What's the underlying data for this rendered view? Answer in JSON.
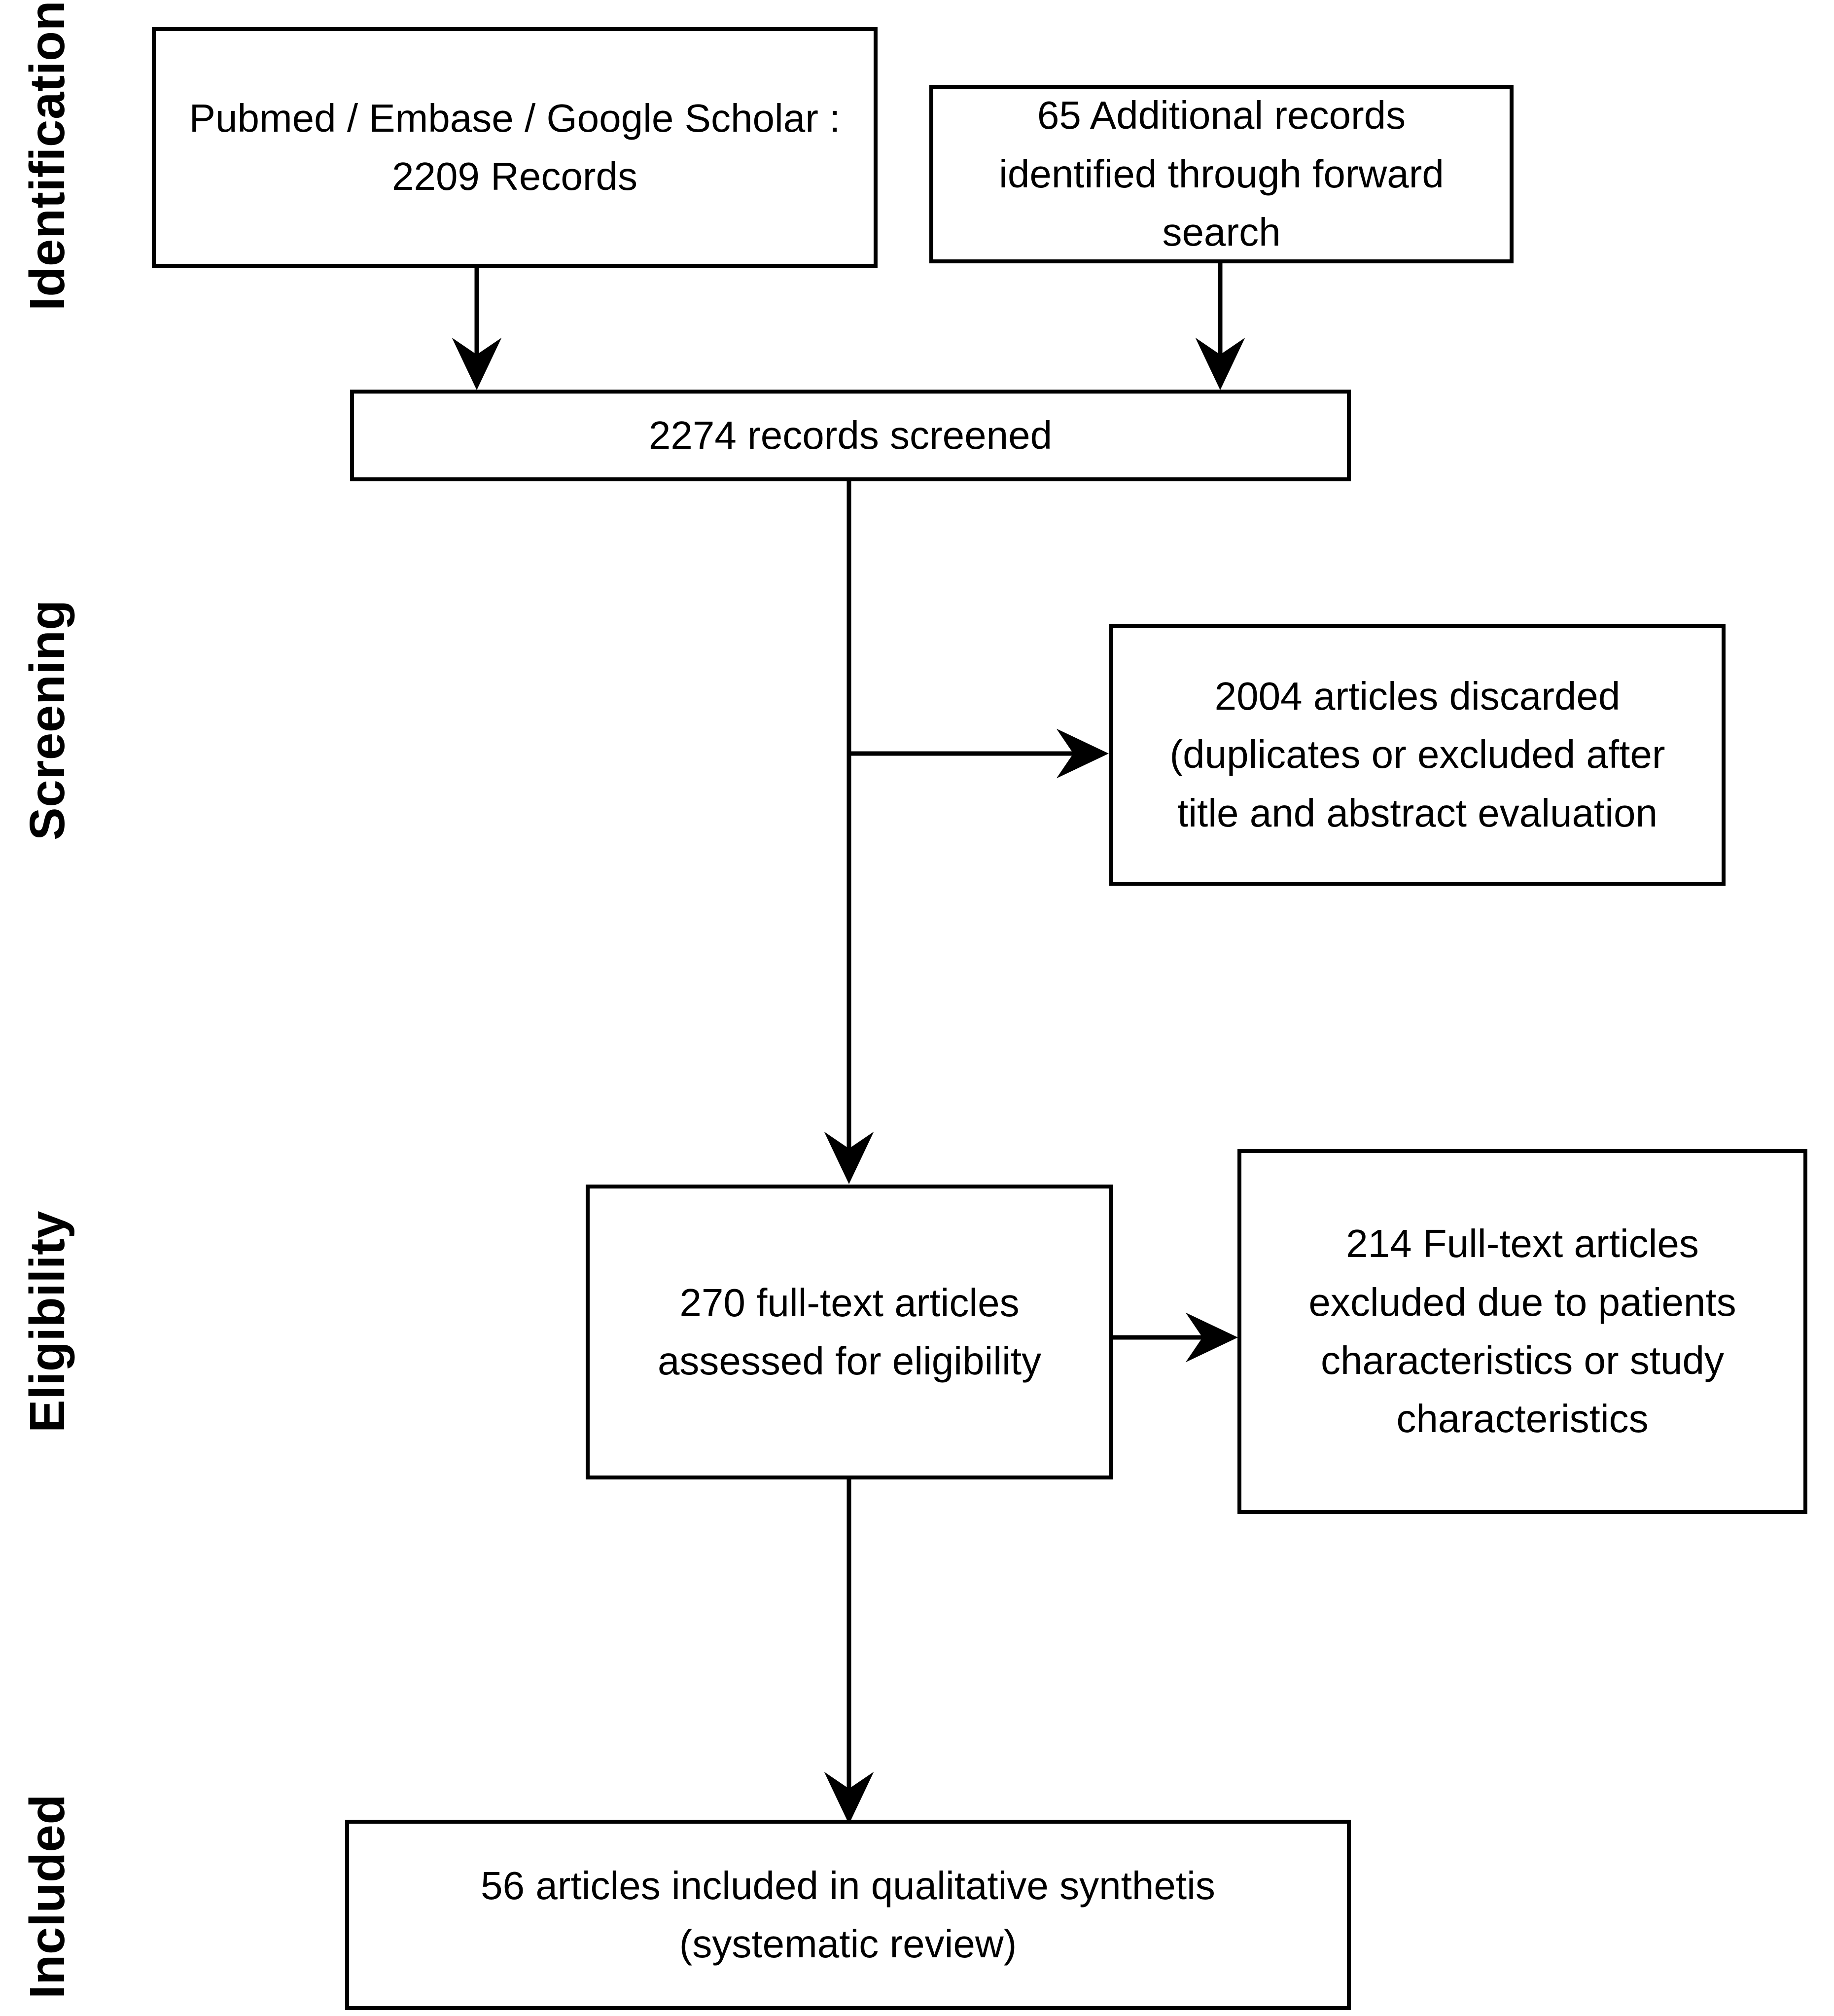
{
  "diagram": {
    "type": "prisma-flow-diagram",
    "background_color": "#ffffff",
    "line_color": "#000000"
  },
  "stages": [
    {
      "id": "identification",
      "label": "Identification"
    },
    {
      "id": "screening",
      "label": "Screening"
    },
    {
      "id": "eligibility",
      "label": "Eligibility"
    },
    {
      "id": "included",
      "label": "Included"
    }
  ],
  "nodes": {
    "databases": {
      "text": "Pubmed / Embase / Google Scholar :\n2209 Records",
      "count": 2209
    },
    "additional": {
      "text": "65  Additional records\nidentified through forward\nsearch",
      "count": 65
    },
    "screened": {
      "text": "2274  records screened",
      "count": 2274
    },
    "discarded": {
      "text": "2004 articles discarded\n(duplicates or excluded after\ntitle and abstract evaluation",
      "count": 2004
    },
    "fulltext_assessed": {
      "text": "270  full-text articles\nassessed  for eligibility",
      "count": 270
    },
    "fulltext_excluded": {
      "text": "214 Full-text articles\nexcluded due to patients\ncharacteristics or  study\ncharacteristics",
      "count": 214
    },
    "included_final": {
      "text": "56 articles included in qualitative synthetis\n(systematic review)",
      "count": 56
    }
  },
  "chart_data": {
    "type": "diagram",
    "title": "PRISMA study selection flow diagram",
    "nodes": [
      {
        "id": "databases",
        "stage": "Identification",
        "label": "Pubmed / Embase / Google Scholar : 2209 Records",
        "value": 2209
      },
      {
        "id": "additional",
        "stage": "Identification",
        "label": "65 Additional records identified through forward search",
        "value": 65
      },
      {
        "id": "screened",
        "stage": "Screening",
        "label": "2274 records screened",
        "value": 2274
      },
      {
        "id": "discarded",
        "stage": "Screening",
        "label": "2004 articles discarded (duplicates or excluded after title and abstract evaluation",
        "value": 2004
      },
      {
        "id": "fulltext_assessed",
        "stage": "Eligibility",
        "label": "270 full-text articles assessed for eligibility",
        "value": 270
      },
      {
        "id": "fulltext_excluded",
        "stage": "Eligibility",
        "label": "214 Full-text articles excluded due to patients characteristics or study characteristics",
        "value": 214
      },
      {
        "id": "included_final",
        "stage": "Included",
        "label": "56 articles included in qualitative synthetis (systematic review)",
        "value": 56
      }
    ],
    "edges": [
      {
        "from": "databases",
        "to": "screened",
        "direction": "down"
      },
      {
        "from": "additional",
        "to": "screened",
        "direction": "down"
      },
      {
        "from": "screened",
        "to": "discarded",
        "direction": "right"
      },
      {
        "from": "screened",
        "to": "fulltext_assessed",
        "direction": "down"
      },
      {
        "from": "fulltext_assessed",
        "to": "fulltext_excluded",
        "direction": "right"
      },
      {
        "from": "fulltext_assessed",
        "to": "included_final",
        "direction": "down"
      }
    ]
  }
}
